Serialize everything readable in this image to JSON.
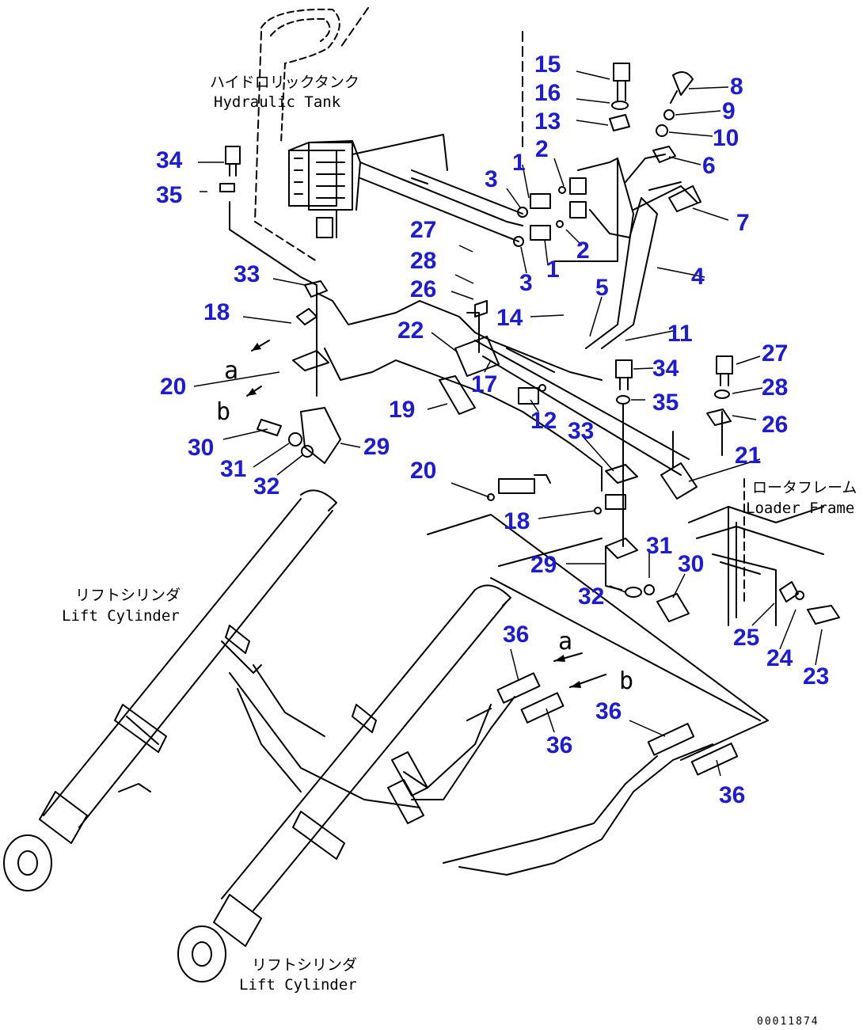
{
  "captions": {
    "hydraulic_tank_jp": "ハイドロリックタンク",
    "hydraulic_tank_en": "Hydraulic Tank",
    "loader_frame_jp": "ロータフレーム",
    "loader_frame_en": "Loader Frame",
    "lift_cylinder_left_jp": "リフトシリンダ",
    "lift_cylinder_left_en": "Lift Cylinder",
    "lift_cylinder_right_jp": "リフトシリンダ",
    "lift_cylinder_right_en": "Lift Cylinder"
  },
  "markers": {
    "a_left": "a",
    "b_left": "b",
    "a_right": "a",
    "b_right": "b"
  },
  "drawing_code": "00011874",
  "part_numbers": [
    "15",
    "16",
    "13",
    "8",
    "9",
    "10",
    "6",
    "7",
    "1",
    "2",
    "3",
    "3",
    "1",
    "2",
    "34",
    "35",
    "27",
    "28",
    "26",
    "33",
    "18",
    "22",
    "17",
    "14",
    "5",
    "4",
    "11",
    "20",
    "19",
    "12",
    "34",
    "35",
    "27",
    "28",
    "26",
    "33",
    "30",
    "29",
    "31",
    "32",
    "21",
    "20",
    "18",
    "31",
    "30",
    "29",
    "32",
    "25",
    "24",
    "23",
    "36",
    "36",
    "36",
    "36"
  ]
}
